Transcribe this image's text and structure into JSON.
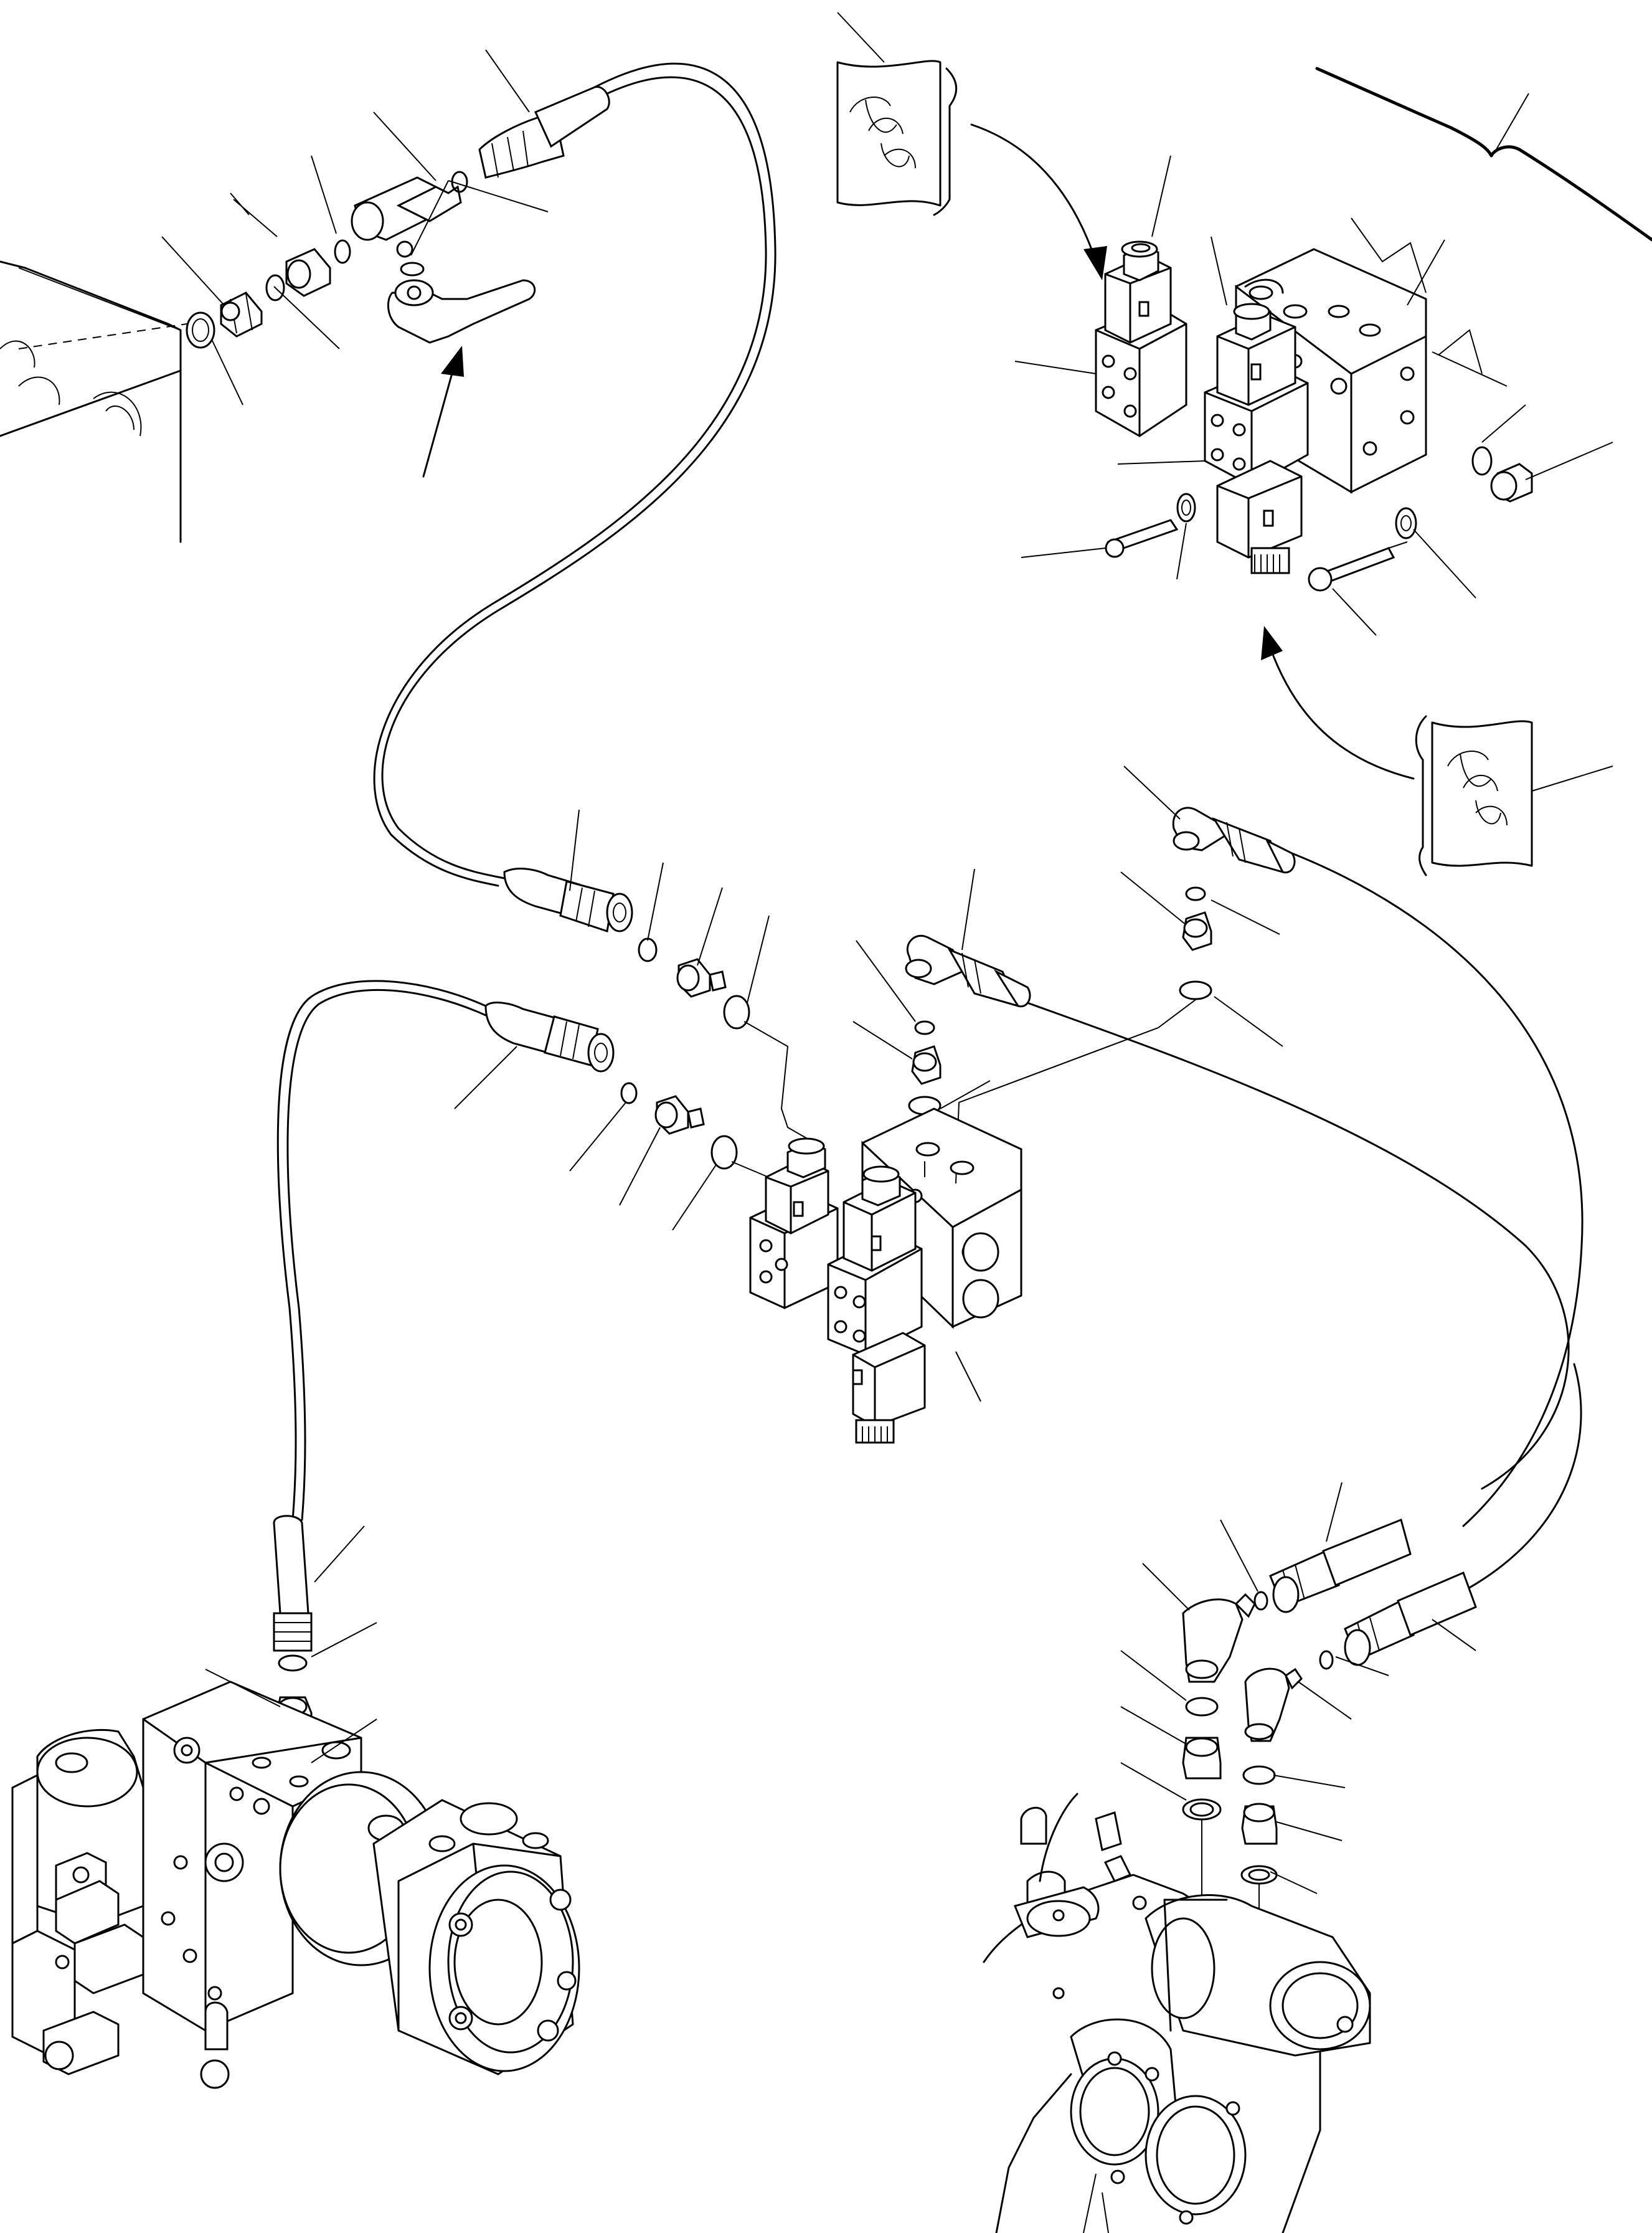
{
  "diagram": {
    "type": "exploded hydraulic piping parts diagram",
    "text_labels": [],
    "colors": {
      "line": "#000000",
      "background": "#ffffff"
    },
    "assemblies": [
      {
        "name": "upper-left-block-fittings"
      },
      {
        "name": "upper-right-solenoid-valve-assembly"
      },
      {
        "name": "center-solenoid-valve-assembly"
      },
      {
        "name": "lower-left-hydraulic-pump"
      },
      {
        "name": "lower-right-motor-fittings"
      }
    ],
    "notes": [
      {
        "name": "sealant-application-symbol-top"
      },
      {
        "name": "sealant-application-symbol-right"
      }
    ]
  }
}
